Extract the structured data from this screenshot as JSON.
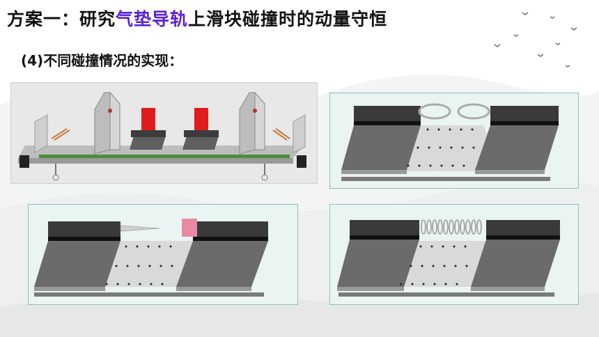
{
  "slide": {
    "title_part1": "方案一：研究",
    "title_highlight": "气垫导轨",
    "title_part2": "上滑块碰撞时的动量守恒",
    "subtitle": "(4)不同碰撞情况的实现："
  },
  "colors": {
    "title_text": "#111111",
    "highlight": "#5a22d6",
    "panel_border": "#8fbdb8",
    "panel_fill": "#eaf4f3",
    "slider_top": "#3c3c3c",
    "rail": "#6b6b6b",
    "red_block": "#e01b1b",
    "pink_pad": "#e98aa3"
  },
  "panels": [
    {
      "name": "air-track-setup",
      "device": "air-track-with-photogates"
    },
    {
      "name": "elastic-ring-collision",
      "device": "steel-ring-bumpers"
    },
    {
      "name": "inelastic-needle-collision",
      "device": "needle-and-plasticine"
    },
    {
      "name": "spring-collision",
      "device": "spring-bumper"
    }
  ]
}
